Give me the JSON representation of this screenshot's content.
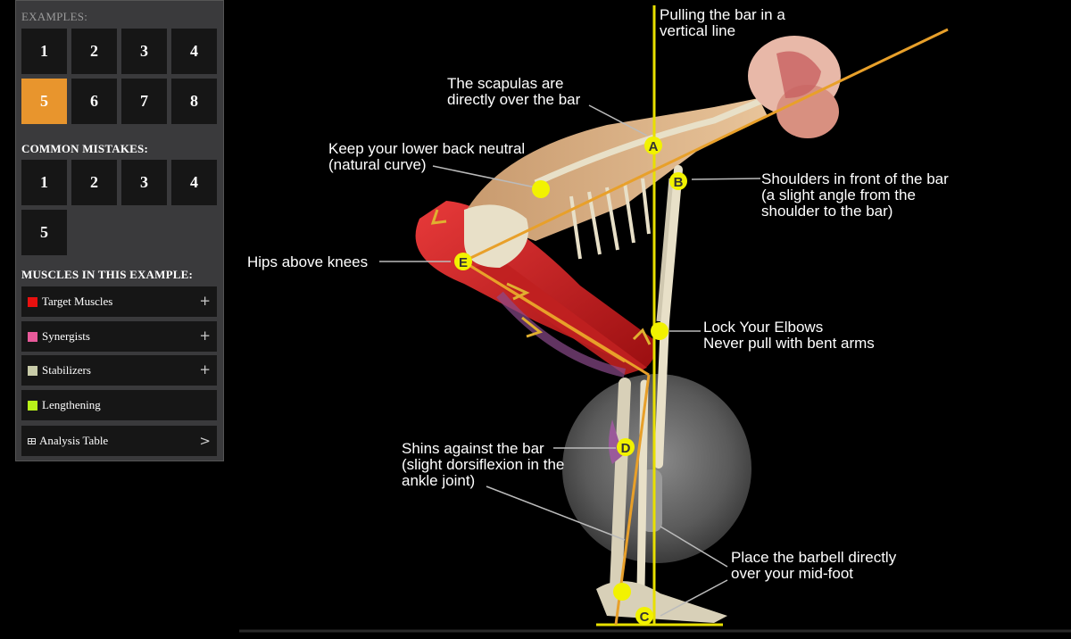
{
  "sidebar": {
    "examples_title": "EXAMPLES:",
    "examples": [
      "1",
      "2",
      "3",
      "4",
      "5",
      "6",
      "7",
      "8"
    ],
    "active_example": "5",
    "mistakes_title": "COMMON MISTAKES:",
    "mistakes": [
      "1",
      "2",
      "3",
      "4",
      "5"
    ],
    "muscles_title": "MUSCLES IN THIS EXAMPLE:",
    "muscles": [
      {
        "label": "Target Muscles",
        "color": "#e8100f",
        "expand": "+"
      },
      {
        "label": "Synergists",
        "color": "#e85a9a",
        "expand": "+"
      },
      {
        "label": "Stabilizers",
        "color": "#c8cba8",
        "expand": "+"
      },
      {
        "label": "Lengthening",
        "color": "#b8f21a",
        "expand": ""
      }
    ],
    "analysis": {
      "label": "Analysis Table",
      "arrow": ">"
    }
  },
  "annotations": {
    "pulling": "Pulling the bar in a\nvertical line",
    "scapulas": "The scapulas are\ndirectly over the bar",
    "lower_back": "Keep your lower back neutral\n(natural curve)",
    "shoulders": "Shoulders in front of the bar\n(a slight angle from the\nshoulder to the bar)",
    "hips": "Hips above knees",
    "elbows": "Lock Your Elbows\nNever pull with bent arms",
    "shins": "Shins against the bar\n(slight dorsiflexion in the\nankle joint)",
    "barbell": "Place the barbell directly\nover your mid-foot"
  },
  "markers": {
    "a": "A",
    "b": "B",
    "c": "C",
    "d": "D",
    "e": "E"
  },
  "colors": {
    "guide": "#e8e000",
    "orange": "#e8a02a",
    "accent": "#e8952d",
    "marker": "#f2f200"
  }
}
